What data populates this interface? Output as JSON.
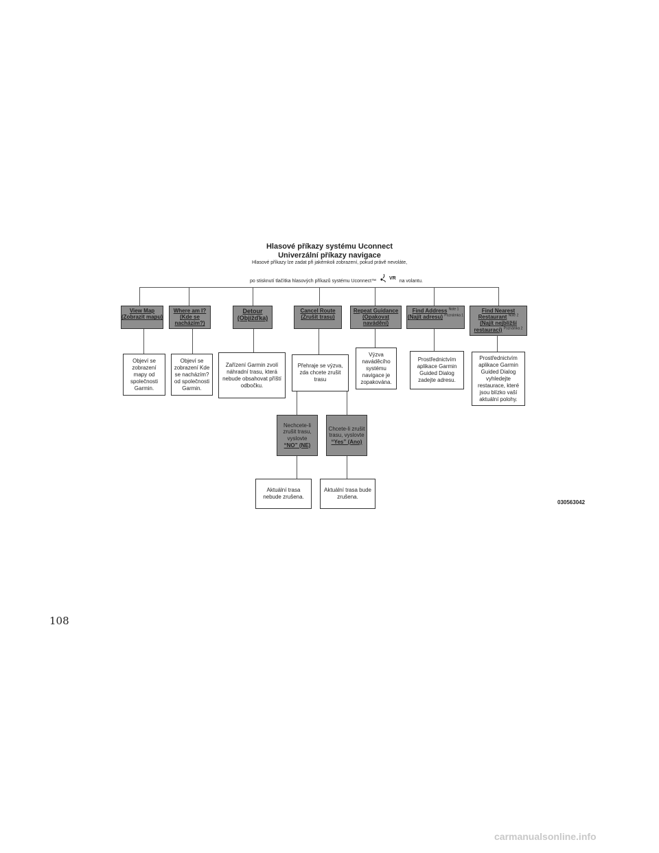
{
  "header": {
    "title1": "Hlasové příkazy systému Uconnect",
    "title2": "Univerzální příkazy navigace",
    "sub1": "Hlasové příkazy lze zadat při jakémkoli zobrazení, pokud právě nevoláte,",
    "sub2_pre": "po stisknutí tlačítka hlasových příkazů systému Uconnect™",
    "sub2_vr": "VR",
    "sub2_post": "na volantu."
  },
  "commands": [
    {
      "en": "View Map",
      "cz": "(Zobrazit mapu)",
      "note_en": "",
      "note_cz": ""
    },
    {
      "en": "Where am I?",
      "cz": "(Kde se nacházím?)",
      "note_en": "",
      "note_cz": ""
    },
    {
      "en": "Detour",
      "cz": "(Objížďka)",
      "note_en": "",
      "note_cz": ""
    },
    {
      "en": "Cancel Route",
      "cz": "(Zrušit trasu)",
      "note_en": "",
      "note_cz": ""
    },
    {
      "en": "Repeat Guidance",
      "cz": "(Opakovat navádění)",
      "note_en": "",
      "note_cz": ""
    },
    {
      "en": "Find Address",
      "cz": "(Najít adresu)",
      "note_en": "Note 1",
      "note_cz": "Poznámka 1"
    },
    {
      "en": "Find Nearest Restaurant",
      "cz": "(Najít nejbližší restauraci)",
      "note_en": "Note 2",
      "note_cz": "Poznámka 2"
    }
  ],
  "results": [
    "Objeví se zobrazení mapy od společnosti Garmin.",
    "Objeví se zobrazení Kde se nacházím? od společnosti Garmin.",
    "Zařízení Garmin zvolí náhradní trasu, která nebude obsahovat příští odbočku.",
    "Přehraje se výzva, zda chcete zrušit trasu",
    "Výzva naváděcího systému navigace je zopakována.",
    "Prostřednictvím aplikace Garmin Guided Dialog zadejte adresu.",
    "Prostřednictvím aplikace Garmin Guided Dialog vyhledejte restaurace, které jsou blízko vaší aktuální polohy."
  ],
  "choices": [
    {
      "text": "Nechcete-li zrušit trasu, vyslovte",
      "key": "“NO” (NE)"
    },
    {
      "text": "Chcete-li zrušit trasu, vyslovte",
      "key": "“Yes” (Ano)"
    }
  ],
  "outcomes": [
    "Aktuální trasa nebude zrušena.",
    "Aktuální trasa bude zrušena."
  ],
  "figure_code": "030563042",
  "page_number": "108",
  "watermark": "carmanualsonline.info"
}
